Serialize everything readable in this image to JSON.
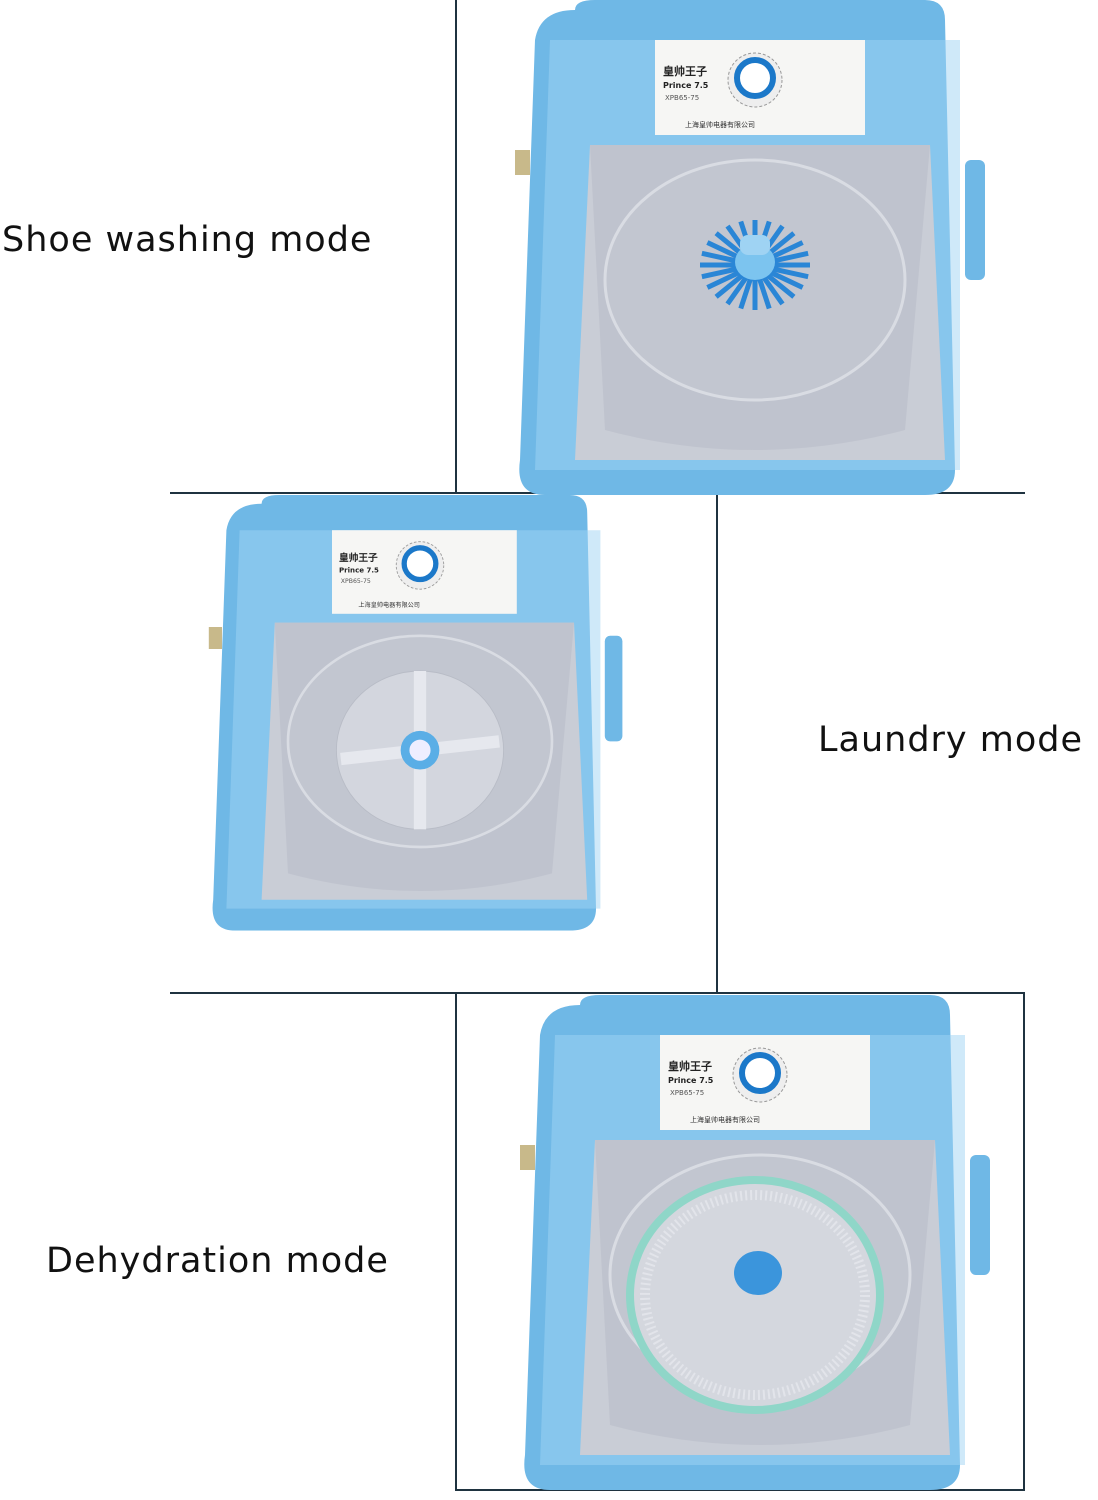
{
  "modes": [
    {
      "label": "Shoe washing mode",
      "insert": "brush"
    },
    {
      "label": "Laundry mode",
      "insert": "pulsator"
    },
    {
      "label": "Dehydration mode",
      "insert": "spin-basket"
    }
  ],
  "panel": {
    "brand": "皇帅王子",
    "model_name": "Prince 7.5",
    "model_code": "XPB65-75",
    "company": "上海皇帅电器有限公司"
  },
  "colors": {
    "body": "#6fb8e6",
    "rim": "#9fd3f3",
    "tub": "#c9cdd6",
    "accent": "#1b78c9",
    "basket": "#8fd6c8"
  }
}
